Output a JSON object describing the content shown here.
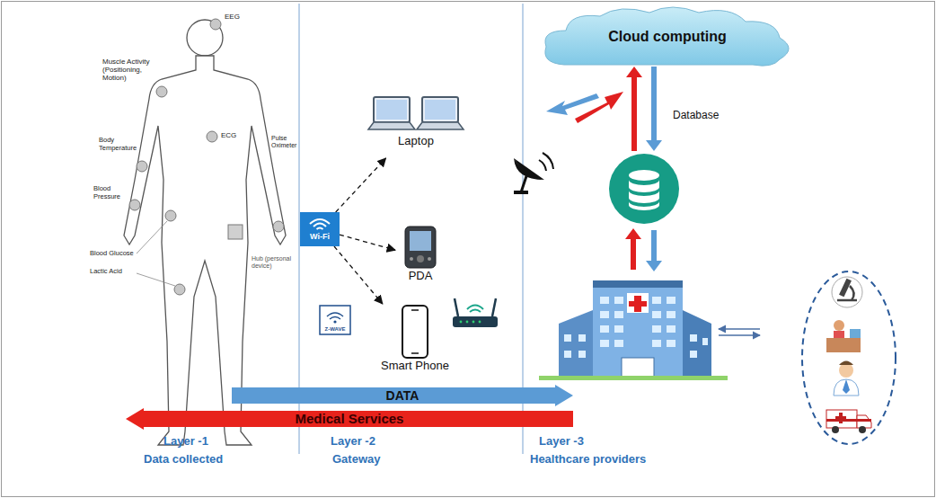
{
  "diagram": {
    "nodes": [
      {
        "text": [
          "Wi-Fi"
        ]
      },
      {
        "text": [
          "Laptop"
        ]
      },
      {
        "text": [
          "PDA"
        ]
      },
      {
        "text": [
          "Smart Phone"
        ]
      },
      {
        "text": [
          "Cloud computing"
        ]
      },
      {
        "text": [
          "Database"
        ]
      },
      {
        "text": [
          "DATA"
        ]
      },
      {
        "text": [
          "Medical Services"
        ]
      }
    ],
    "edges": [
      {
        "from": 0,
        "to": 1,
        "arrow": "to"
      },
      {
        "from": 0,
        "to": 2,
        "arrow": "to"
      },
      {
        "from": 0,
        "to": 3,
        "arrow": "to"
      },
      {
        "from": 4,
        "to": 5,
        "arrow": "both"
      }
    ],
    "labels": [
      "EEG",
      "Muscle Activity (Positioning, Motion)",
      "Body Temperature",
      "ECG",
      "Blood Pressure",
      "Pulse Oximeter",
      "Blood Glucose",
      "Lactic Acid",
      "Hub (personal device)",
      "Z-WAVE",
      "Layer -1",
      "Data collected",
      "Layer -2",
      "Gateway",
      "Layer -3",
      "Healthcare providers"
    ]
  }
}
